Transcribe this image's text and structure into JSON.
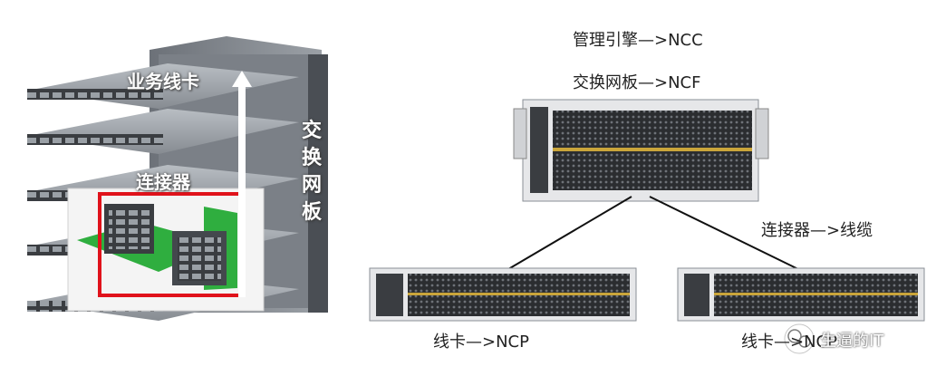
{
  "left": {
    "line_card_label": "业务线卡",
    "connector_label": "连接器",
    "fabric_label_chars": [
      "交",
      "换",
      "网",
      "板"
    ]
  },
  "right": {
    "top_label_1": "管理引擎—>NCC",
    "top_label_2": "交换网板—>NCF",
    "connector_label": "连接器—>线缆",
    "ncp_label_left": "线卡—>NCP",
    "ncp_label_right": "线卡—>NCP"
  },
  "watermark": {
    "text": "生逼的IT"
  },
  "colors": {
    "chassis": "#8a8f96",
    "board": "#9aa0a6",
    "highlight": "#e0121b",
    "pcb_green": "#2fae3f",
    "cable": "#111111"
  }
}
